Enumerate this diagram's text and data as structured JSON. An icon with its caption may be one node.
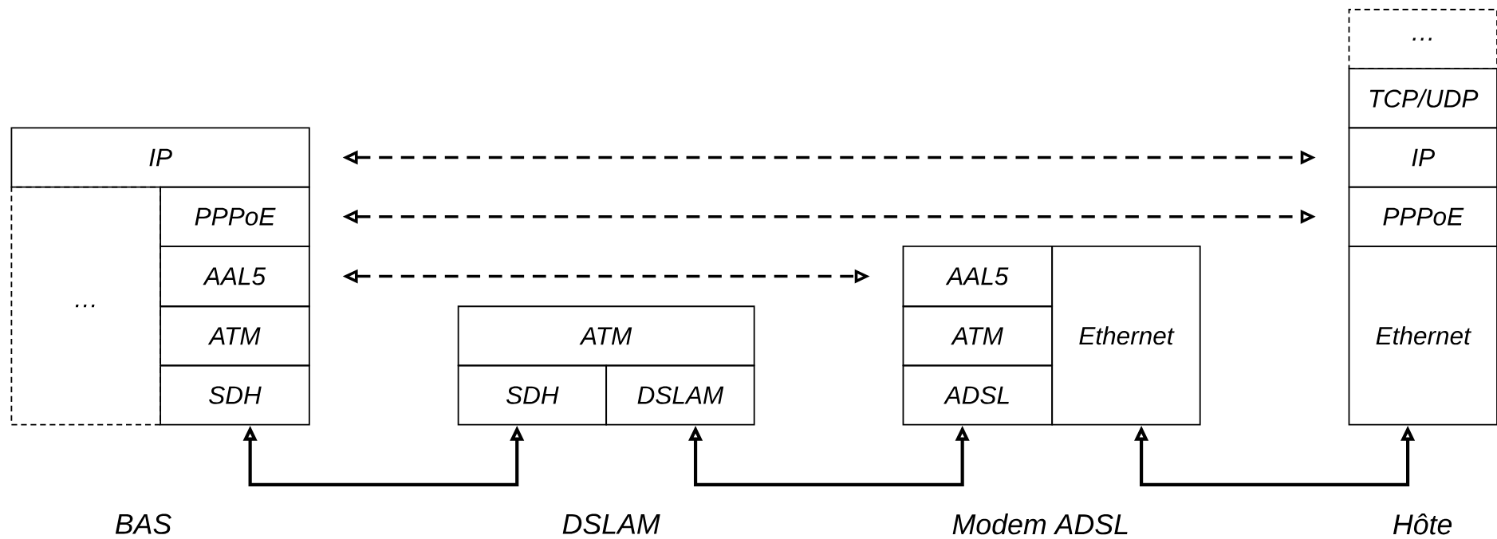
{
  "diagram": {
    "nodes": [
      {
        "text": [
          "IP"
        ]
      },
      {
        "text": [
          "…"
        ]
      },
      {
        "text": [
          "PPPoE"
        ]
      },
      {
        "text": [
          "AAL5"
        ]
      },
      {
        "text": [
          "ATM"
        ]
      },
      {
        "text": [
          "SDH"
        ]
      },
      {
        "text": [
          "ATM"
        ]
      },
      {
        "text": [
          "SDH"
        ]
      },
      {
        "text": [
          "DSLAM"
        ]
      },
      {
        "text": [
          "AAL5"
        ]
      },
      {
        "text": [
          "ATM"
        ]
      },
      {
        "text": [
          "ADSL"
        ]
      },
      {
        "text": [
          "Ethernet"
        ]
      },
      {
        "text": [
          "…"
        ]
      },
      {
        "text": [
          "TCP/UDP"
        ]
      },
      {
        "text": [
          "IP"
        ]
      },
      {
        "text": [
          "PPPoE"
        ]
      },
      {
        "text": [
          "Ethernet"
        ]
      }
    ],
    "edges": [
      {
        "from": 0,
        "to": 15,
        "arrow": "both",
        "style": "dashed"
      },
      {
        "from": 2,
        "to": 16,
        "arrow": "both",
        "style": "dashed"
      },
      {
        "from": 3,
        "to": 9,
        "arrow": "both",
        "style": "dashed"
      },
      {
        "from": 5,
        "to": 7,
        "arrow": "both"
      },
      {
        "from": 8,
        "to": 11,
        "arrow": "both"
      },
      {
        "from": 12,
        "to": 17,
        "arrow": "both"
      }
    ],
    "labels": [
      "BAS",
      "DSLAM",
      "Modem ADSL",
      "Hôte"
    ]
  }
}
